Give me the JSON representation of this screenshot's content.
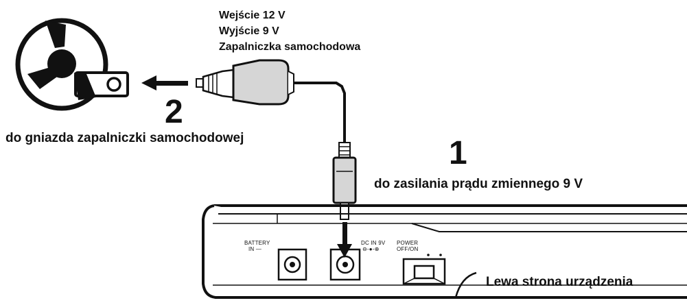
{
  "car_adapter": {
    "input": "Wejście 12 V",
    "output": "Wyjście 9 V",
    "name": "Zapalniczka samochodowa"
  },
  "step1": {
    "number": "1",
    "text": "do zasilania prądu zmiennego 9 V"
  },
  "step2": {
    "number": "2",
    "text": "do gniazda zapalniczki samochodowej"
  },
  "device": {
    "caption": "Lewa strona urządzenia",
    "battery_label_line1": "BATTERY",
    "battery_label_line2": "IN —",
    "dc_label_line1": "DC IN 9V",
    "dc_label_line2": "⊖-●-⊕",
    "power_label_line1": "POWER",
    "power_label_line2": "OFF/ON"
  },
  "icons": {
    "socket": "car-lighter-socket-icon",
    "plug": "car-lighter-plug-icon",
    "connector": "dc-jack-connector-icon"
  },
  "colors": {
    "line": "#111111",
    "fill": "#ffffff",
    "shade": "#d6d6d6"
  }
}
